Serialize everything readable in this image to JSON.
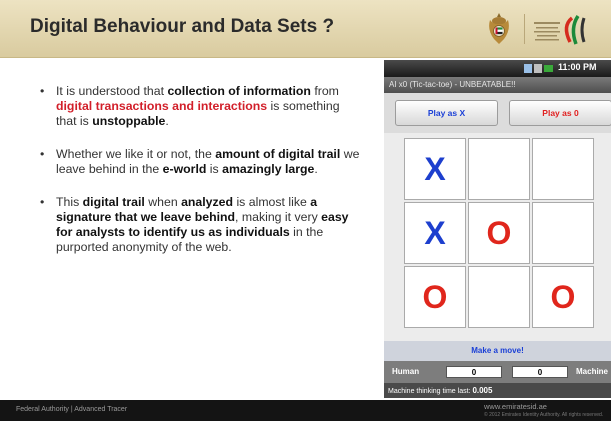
{
  "header": {
    "title": "Digital Behaviour and Data Sets ?",
    "emblem_icon": "uae-emblem-icon",
    "logo_icon": "authority-logo-icon"
  },
  "bullets": [
    {
      "p1": "It is understood that ",
      "p2": "collection of information",
      "p3": " from ",
      "p4": "digital transactions and interactions",
      "p5": " is something that is ",
      "p6": "unstoppable",
      "p7": "."
    },
    {
      "p1": "Whether we like it or not, the ",
      "p2": "amount of digital trail",
      "p3": " we leave behind in the ",
      "p4": "e-world",
      "p5": " is ",
      "p6": "amazingly large",
      "p7": "."
    },
    {
      "p1": "This ",
      "p2": "digital trail",
      "p3": " when ",
      "p4": "analyzed",
      "p5": " is almost like ",
      "p6": "a signature that we leave behind",
      "p7": ", making it very ",
      "p8": "easy for analysts to identify us as individuals",
      "p9": " in the purported anonymity of the web."
    }
  ],
  "phone": {
    "time": "11:00 PM",
    "app_title": "AI x0 (Tic-tac-toe) - UNBEATABLE!!",
    "play_x": "Play as X",
    "play_o": "Play as 0",
    "board": [
      [
        "X",
        "",
        ""
      ],
      [
        "X",
        "O",
        ""
      ],
      [
        "O",
        "",
        "O"
      ]
    ],
    "make_move": "Make a move!",
    "human_label": "Human",
    "human_score": "0",
    "machine_score": "0",
    "machine_label": "Machine",
    "think_label": "Machine thinking time last: ",
    "think_value": "0.005"
  },
  "footer": {
    "left": "Federal Authority  |  Advanced Tracer",
    "url": "www.emiratesid.ae",
    "copyright": "© 2012 Emirates Identity Authority. All rights reserved."
  },
  "colors": {
    "header_bg": "#e4d8b0",
    "highlight_red": "#d21f2a",
    "x_blue": "#1d3fce",
    "o_red": "#e0261c"
  }
}
